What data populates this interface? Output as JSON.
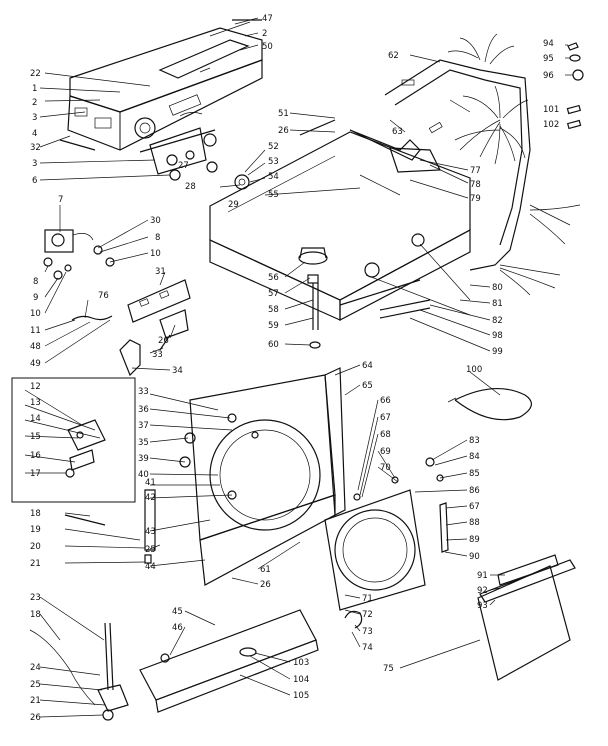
{
  "callouts": [
    {
      "id": "c47",
      "text": "47"
    },
    {
      "id": "c2a",
      "text": "2"
    },
    {
      "id": "c50",
      "text": "50"
    },
    {
      "id": "c22",
      "text": "22"
    },
    {
      "id": "c1",
      "text": "1"
    },
    {
      "id": "c2b",
      "text": "2"
    },
    {
      "id": "c3a",
      "text": "3"
    },
    {
      "id": "c4",
      "text": "4"
    },
    {
      "id": "c32",
      "text": "32"
    },
    {
      "id": "c3b",
      "text": "3"
    },
    {
      "id": "c6",
      "text": "6"
    },
    {
      "id": "c27",
      "text": "27"
    },
    {
      "id": "c28",
      "text": "28"
    },
    {
      "id": "c29",
      "text": "29"
    },
    {
      "id": "c51",
      "text": "51"
    },
    {
      "id": "c26a",
      "text": "26"
    },
    {
      "id": "c52",
      "text": "52"
    },
    {
      "id": "c53",
      "text": "53"
    },
    {
      "id": "c54",
      "text": "54"
    },
    {
      "id": "c55",
      "text": "55"
    },
    {
      "id": "c62",
      "text": "62"
    },
    {
      "id": "c63",
      "text": "63"
    },
    {
      "id": "c77",
      "text": "77"
    },
    {
      "id": "c78",
      "text": "78"
    },
    {
      "id": "c79",
      "text": "79"
    },
    {
      "id": "c94",
      "text": "94"
    },
    {
      "id": "c95",
      "text": "95"
    },
    {
      "id": "c96",
      "text": "96"
    },
    {
      "id": "c101",
      "text": "101"
    },
    {
      "id": "c102",
      "text": "102"
    },
    {
      "id": "c7",
      "text": "7"
    },
    {
      "id": "c30",
      "text": "30"
    },
    {
      "id": "c8a",
      "text": "8"
    },
    {
      "id": "c10a",
      "text": "10"
    },
    {
      "id": "c8b",
      "text": "8"
    },
    {
      "id": "c9",
      "text": "9"
    },
    {
      "id": "c10b",
      "text": "10"
    },
    {
      "id": "c11",
      "text": "11"
    },
    {
      "id": "c48",
      "text": "48"
    },
    {
      "id": "c49",
      "text": "49"
    },
    {
      "id": "c76",
      "text": "76"
    },
    {
      "id": "c31",
      "text": "31"
    },
    {
      "id": "c26b",
      "text": "26"
    },
    {
      "id": "c33a",
      "text": "33"
    },
    {
      "id": "c34",
      "text": "34"
    },
    {
      "id": "c56",
      "text": "56"
    },
    {
      "id": "c57",
      "text": "57"
    },
    {
      "id": "c58",
      "text": "58"
    },
    {
      "id": "c59",
      "text": "59"
    },
    {
      "id": "c60",
      "text": "60"
    },
    {
      "id": "c80",
      "text": "80"
    },
    {
      "id": "c81",
      "text": "81"
    },
    {
      "id": "c82",
      "text": "82"
    },
    {
      "id": "c98",
      "text": "98"
    },
    {
      "id": "c99",
      "text": "99"
    },
    {
      "id": "c12",
      "text": "12"
    },
    {
      "id": "c13",
      "text": "13"
    },
    {
      "id": "c14",
      "text": "14"
    },
    {
      "id": "c15",
      "text": "15"
    },
    {
      "id": "c16",
      "text": "16"
    },
    {
      "id": "c17",
      "text": "17"
    },
    {
      "id": "c33b",
      "text": "33"
    },
    {
      "id": "c36",
      "text": "36"
    },
    {
      "id": "c37",
      "text": "37"
    },
    {
      "id": "c35",
      "text": "35"
    },
    {
      "id": "c39",
      "text": "39"
    },
    {
      "id": "c40",
      "text": "40"
    },
    {
      "id": "c41",
      "text": "41"
    },
    {
      "id": "c42",
      "text": "42"
    },
    {
      "id": "c43",
      "text": "43"
    },
    {
      "id": "c25a",
      "text": "25"
    },
    {
      "id": "c44",
      "text": "44"
    },
    {
      "id": "c64",
      "text": "64"
    },
    {
      "id": "c65",
      "text": "65"
    },
    {
      "id": "c66",
      "text": "66"
    },
    {
      "id": "c67a",
      "text": "67"
    },
    {
      "id": "c68",
      "text": "68"
    },
    {
      "id": "c69",
      "text": "69"
    },
    {
      "id": "c70",
      "text": "70"
    },
    {
      "id": "c100",
      "text": "100"
    },
    {
      "id": "c83",
      "text": "83"
    },
    {
      "id": "c84",
      "text": "84"
    },
    {
      "id": "c85",
      "text": "85"
    },
    {
      "id": "c86",
      "text": "86"
    },
    {
      "id": "c67b",
      "text": "67"
    },
    {
      "id": "c88",
      "text": "88"
    },
    {
      "id": "c89",
      "text": "89"
    },
    {
      "id": "c90",
      "text": "90"
    },
    {
      "id": "c91",
      "text": "91"
    },
    {
      "id": "c92",
      "text": "92"
    },
    {
      "id": "c93",
      "text": "93"
    },
    {
      "id": "c61",
      "text": "61"
    },
    {
      "id": "c26c",
      "text": "26"
    },
    {
      "id": "c71",
      "text": "71"
    },
    {
      "id": "c72",
      "text": "72"
    },
    {
      "id": "c73",
      "text": "73"
    },
    {
      "id": "c74",
      "text": "74"
    },
    {
      "id": "c75",
      "text": "75"
    },
    {
      "id": "c18a",
      "text": "18"
    },
    {
      "id": "c19",
      "text": "19"
    },
    {
      "id": "c20",
      "text": "20"
    },
    {
      "id": "c21a",
      "text": "21"
    },
    {
      "id": "c23",
      "text": "23"
    },
    {
      "id": "c18b",
      "text": "18"
    },
    {
      "id": "c24",
      "text": "24"
    },
    {
      "id": "c25b",
      "text": "25"
    },
    {
      "id": "c21b",
      "text": "21"
    },
    {
      "id": "c26d",
      "text": "26"
    },
    {
      "id": "c45",
      "text": "45"
    },
    {
      "id": "c46",
      "text": "46"
    },
    {
      "id": "c103",
      "text": "103"
    },
    {
      "id": "c104",
      "text": "104"
    },
    {
      "id": "c105",
      "text": "105"
    }
  ]
}
